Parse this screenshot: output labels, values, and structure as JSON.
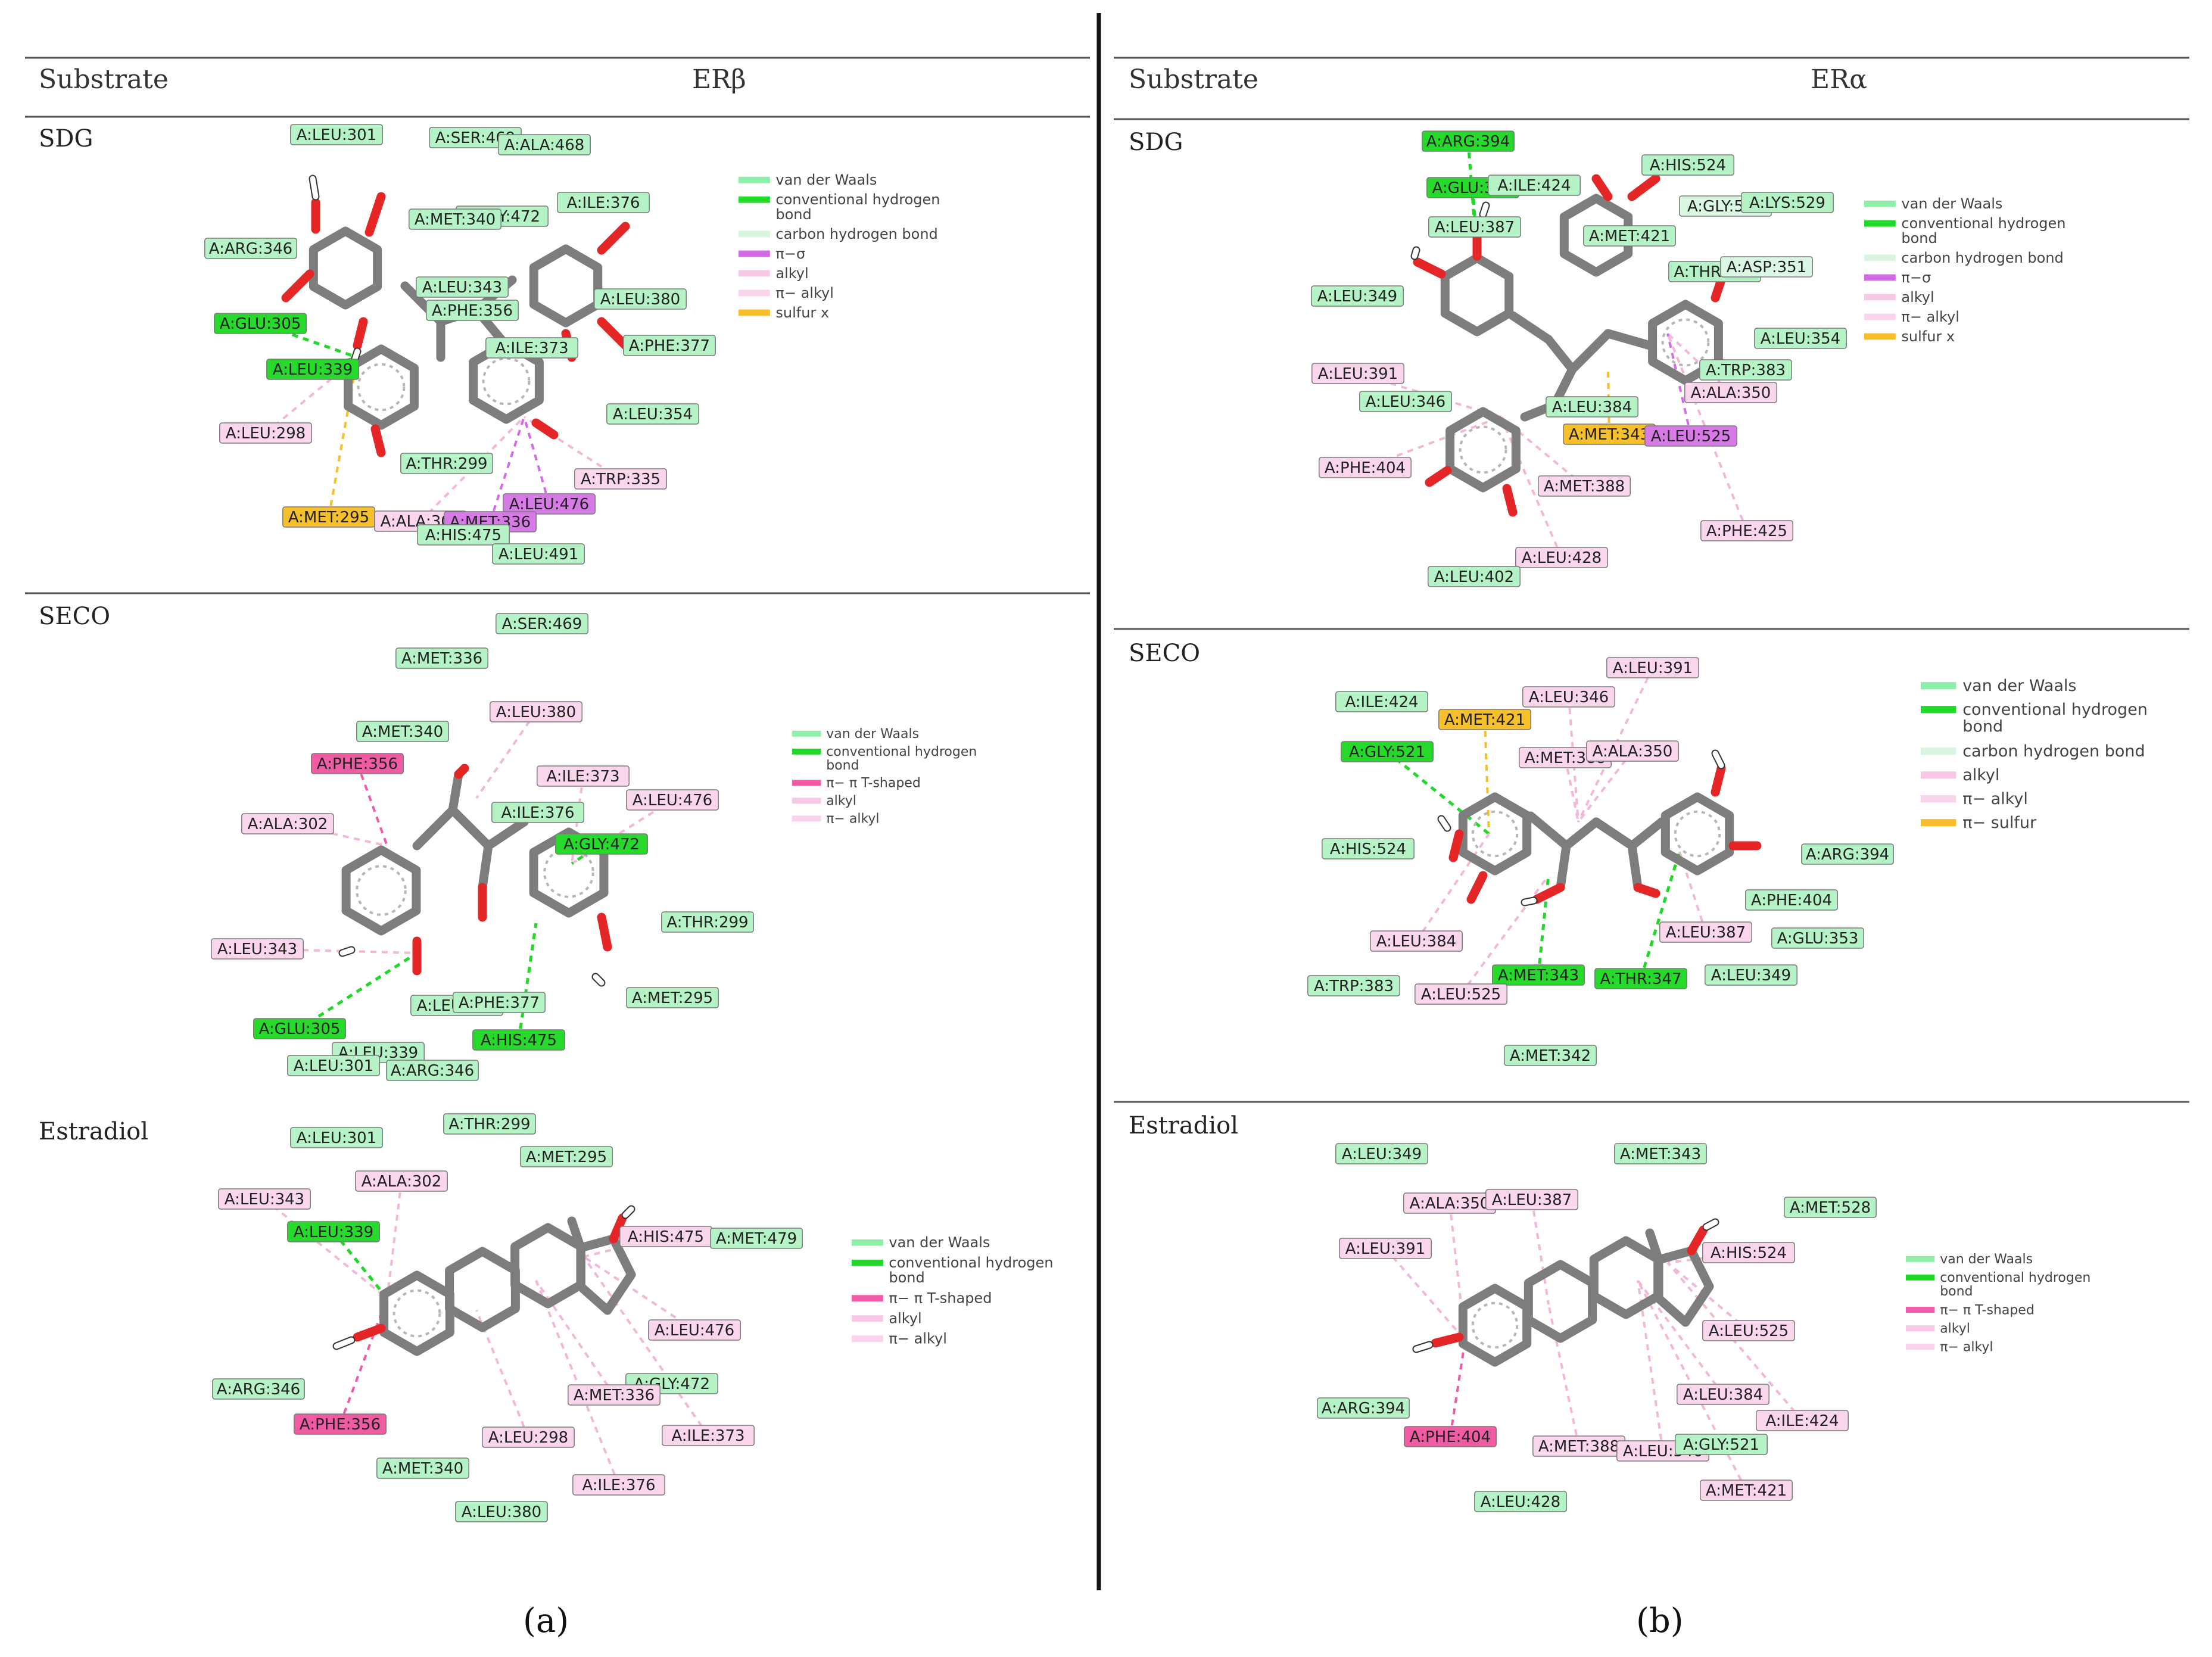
{
  "colors": {
    "vdw": "#8ef0a8",
    "hbond": "#21d829",
    "ch": "#d8f5df",
    "pisigma": "#d36ae6",
    "alkyl": "#f8c9e6",
    "pialkyl": "#fbd3ec",
    "sulfur": "#f8be27",
    "tshaped": "#f25aa7",
    "vdwLabel": "#b5f2c6",
    "hbondLabel": "#27d92b",
    "alkylLabel": "#f9d6ec",
    "sulfurLabel": "#f6c02d",
    "pisigmaLabel": "#d77ae8",
    "tshapedLabel": "#ef5ca4"
  },
  "panel_a": {
    "header_substrate": "Substrate",
    "header_receptor": "ERβ",
    "sublabel": "(a)",
    "rows": [
      {
        "name": "SDG",
        "legend": [
          "van der Waals",
          "conventional hydrogen bond",
          "carbon hydrogen bond",
          "π−σ",
          "alkyl",
          "π− alkyl",
          "sulfur x"
        ],
        "residues": [
          {
            "t": "A:LEU:301",
            "k": "vdw"
          },
          {
            "t": "A:SER:469",
            "k": "vdw"
          },
          {
            "t": "A:ALA:468",
            "k": "vdw"
          },
          {
            "t": "A:GLY:472",
            "k": "vdw"
          },
          {
            "t": "A:MET:340",
            "k": "vdw"
          },
          {
            "t": "A:ILE:376",
            "k": "vdw"
          },
          {
            "t": "A:ARG:346",
            "k": "vdw"
          },
          {
            "t": "A:LEU:343",
            "k": "vdw"
          },
          {
            "t": "A:PHE:356",
            "k": "vdw"
          },
          {
            "t": "A:LEU:380",
            "k": "vdw"
          },
          {
            "t": "A:GLU:305",
            "k": "hb"
          },
          {
            "t": "A:ILE:373",
            "k": "vdw"
          },
          {
            "t": "A:PHE:377",
            "k": "vdw"
          },
          {
            "t": "A:LEU:339",
            "k": "hb"
          },
          {
            "t": "A:LEU:354",
            "k": "vdw"
          },
          {
            "t": "A:LEU:298",
            "k": "alk"
          },
          {
            "t": "A:THR:299",
            "k": "vdw"
          },
          {
            "t": "A:TRP:335",
            "k": "alk"
          },
          {
            "t": "A:LEU:476",
            "k": "ps"
          },
          {
            "t": "A:MET:295",
            "k": "sul"
          },
          {
            "t": "A:ALA:302",
            "k": "alk"
          },
          {
            "t": "A:MET:336",
            "k": "ps"
          },
          {
            "t": "A:HIS:475",
            "k": "vdw"
          },
          {
            "t": "A:LEU:491",
            "k": "vdw"
          }
        ]
      },
      {
        "name": "SECO",
        "legend": [
          "van der Waals",
          "conventional hydrogen bond",
          "π− π T-shaped",
          "alkyl",
          "π− alkyl"
        ],
        "residues": [
          {
            "t": "A:SER:469",
            "k": "vdw"
          },
          {
            "t": "A:MET:336",
            "k": "vdw"
          },
          {
            "t": "A:LEU:380",
            "k": "alk"
          },
          {
            "t": "A:MET:340",
            "k": "vdw"
          },
          {
            "t": "A:PHE:356",
            "k": "ts"
          },
          {
            "t": "A:ILE:373",
            "k": "alk"
          },
          {
            "t": "A:ILE:376",
            "k": "vdw"
          },
          {
            "t": "A:LEU:476",
            "k": "alk"
          },
          {
            "t": "A:ALA:302",
            "k": "alk"
          },
          {
            "t": "A:GLY:472",
            "k": "hb"
          },
          {
            "t": "A:THR:299",
            "k": "vdw"
          },
          {
            "t": "A:LEU:343",
            "k": "alk"
          },
          {
            "t": "A:LEU:298",
            "k": "vdw"
          },
          {
            "t": "A:PHE:377",
            "k": "vdw"
          },
          {
            "t": "A:MET:295",
            "k": "vdw"
          },
          {
            "t": "A:GLU:305",
            "k": "hb"
          },
          {
            "t": "A:HIS:475",
            "k": "hb"
          },
          {
            "t": "A:LEU:339",
            "k": "vdw"
          },
          {
            "t": "A:LEU:301",
            "k": "vdw"
          },
          {
            "t": "A:ARG:346",
            "k": "vdw"
          }
        ]
      },
      {
        "name": "Estradiol",
        "legend": [
          "van der Waals",
          "conventional hydrogen bond",
          "π− π T-shaped",
          "alkyl",
          "π− alkyl"
        ],
        "residues": [
          {
            "t": "A:THR:299",
            "k": "vdw"
          },
          {
            "t": "A:LEU:301",
            "k": "vdw"
          },
          {
            "t": "A:MET:295",
            "k": "vdw"
          },
          {
            "t": "A:ALA:302",
            "k": "alk"
          },
          {
            "t": "A:LEU:343",
            "k": "alk"
          },
          {
            "t": "A:LEU:339",
            "k": "hb"
          },
          {
            "t": "A:HIS:475",
            "k": "alk"
          },
          {
            "t": "A:MET:479",
            "k": "vdw"
          },
          {
            "t": "A:LEU:476",
            "k": "alk"
          },
          {
            "t": "A:ARG:346",
            "k": "vdw"
          },
          {
            "t": "A:GLY:472",
            "k": "vdw"
          },
          {
            "t": "A:MET:336",
            "k": "alk"
          },
          {
            "t": "A:PHE:356",
            "k": "ts"
          },
          {
            "t": "A:LEU:298",
            "k": "alk"
          },
          {
            "t": "A:ILE:373",
            "k": "alk"
          },
          {
            "t": "A:MET:340",
            "k": "vdw"
          },
          {
            "t": "A:ILE:376",
            "k": "alk"
          },
          {
            "t": "A:LEU:380",
            "k": "vdw"
          }
        ]
      }
    ]
  },
  "panel_b": {
    "header_substrate": "Substrate",
    "header_receptor": "ERα",
    "sublabel": "(b)",
    "rows": [
      {
        "name": "SDG",
        "legend": [
          "van der Waals",
          "conventional hydrogen bond",
          "carbon hydrogen bond",
          "π−σ",
          "alkyl",
          "π− alkyl",
          "sulfur x"
        ],
        "residues": [
          {
            "t": "A:ARG:394",
            "k": "hb"
          },
          {
            "t": "A:HIS:524",
            "k": "vdw"
          },
          {
            "t": "A:GLU:353",
            "k": "hb"
          },
          {
            "t": "A:ILE:424",
            "k": "vdw"
          },
          {
            "t": "A:GLY:521",
            "k": "vdwl"
          },
          {
            "t": "A:LYS:529",
            "k": "vdw"
          },
          {
            "t": "A:LEU:387",
            "k": "vdw"
          },
          {
            "t": "A:MET:421",
            "k": "vdw"
          },
          {
            "t": "A:THR:347",
            "k": "vdw"
          },
          {
            "t": "A:ASP:351",
            "k": "vdwl"
          },
          {
            "t": "A:LEU:349",
            "k": "vdw"
          },
          {
            "t": "A:LEU:354",
            "k": "vdw"
          },
          {
            "t": "A:TRP:383",
            "k": "vdw"
          },
          {
            "t": "A:LEU:391",
            "k": "alk"
          },
          {
            "t": "A:ALA:350",
            "k": "alk"
          },
          {
            "t": "A:LEU:346",
            "k": "vdw"
          },
          {
            "t": "A:LEU:384",
            "k": "vdw"
          },
          {
            "t": "A:MET:343",
            "k": "sul"
          },
          {
            "t": "A:LEU:525",
            "k": "ps"
          },
          {
            "t": "A:PHE:404",
            "k": "alk"
          },
          {
            "t": "A:MET:388",
            "k": "alk"
          },
          {
            "t": "A:PHE:425",
            "k": "alk"
          },
          {
            "t": "A:LEU:428",
            "k": "alk"
          },
          {
            "t": "A:LEU:402",
            "k": "vdw"
          }
        ]
      },
      {
        "name": "SECO",
        "legend": [
          "van der Waals",
          "conventional hydrogen bond",
          "carbon hydrogen bond",
          "alkyl",
          "π− alkyl",
          "π− sulfur"
        ],
        "residues": [
          {
            "t": "A:LEU:391",
            "k": "alk"
          },
          {
            "t": "A:ILE:424",
            "k": "vdw"
          },
          {
            "t": "A:LEU:346",
            "k": "alk"
          },
          {
            "t": "A:MET:421",
            "k": "sul"
          },
          {
            "t": "A:GLY:521",
            "k": "hb"
          },
          {
            "t": "A:MET:388",
            "k": "alk"
          },
          {
            "t": "A:ALA:350",
            "k": "alk"
          },
          {
            "t": "A:HIS:524",
            "k": "vdw"
          },
          {
            "t": "A:ARG:394",
            "k": "vdw"
          },
          {
            "t": "A:PHE:404",
            "k": "vdw"
          },
          {
            "t": "A:GLU:353",
            "k": "vdw"
          },
          {
            "t": "A:LEU:387",
            "k": "alk"
          },
          {
            "t": "A:LEU:384",
            "k": "alk"
          },
          {
            "t": "A:MET:343",
            "k": "hb"
          },
          {
            "t": "A:THR:347",
            "k": "hb"
          },
          {
            "t": "A:LEU:349",
            "k": "vdw"
          },
          {
            "t": "A:TRP:383",
            "k": "vdw"
          },
          {
            "t": "A:LEU:525",
            "k": "alk"
          },
          {
            "t": "A:MET:342",
            "k": "vdw"
          }
        ]
      },
      {
        "name": "Estradiol",
        "legend": [
          "van der Waals",
          "conventional hydrogen bond",
          "π− π T-shaped",
          "alkyl",
          "π− alkyl"
        ],
        "residues": [
          {
            "t": "A:LEU:349",
            "k": "vdw"
          },
          {
            "t": "A:MET:343",
            "k": "vdw"
          },
          {
            "t": "A:ALA:350",
            "k": "alk"
          },
          {
            "t": "A:LEU:387",
            "k": "alk"
          },
          {
            "t": "A:MET:528",
            "k": "vdw"
          },
          {
            "t": "A:LEU:391",
            "k": "alk"
          },
          {
            "t": "A:HIS:524",
            "k": "alk"
          },
          {
            "t": "A:LEU:525",
            "k": "alk"
          },
          {
            "t": "A:LEU:384",
            "k": "alk"
          },
          {
            "t": "A:ILE:424",
            "k": "alk"
          },
          {
            "t": "A:ARG:394",
            "k": "vdw"
          },
          {
            "t": "A:PHE:404",
            "k": "ts"
          },
          {
            "t": "A:MET:388",
            "k": "alk"
          },
          {
            "t": "A:LEU:346",
            "k": "alk"
          },
          {
            "t": "A:GLY:521",
            "k": "vdw"
          },
          {
            "t": "A:MET:421",
            "k": "alk"
          },
          {
            "t": "A:LEU:428",
            "k": "vdw"
          }
        ]
      }
    ]
  }
}
